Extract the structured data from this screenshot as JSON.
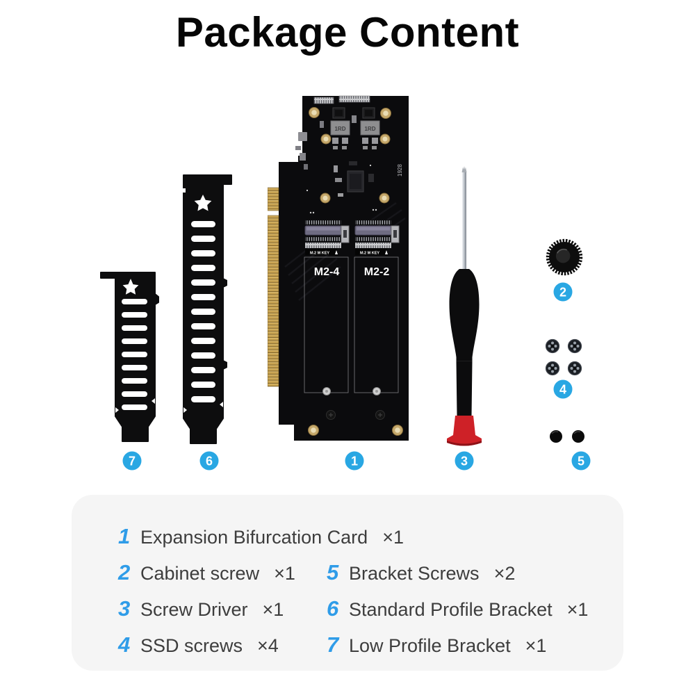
{
  "title": "Package Content",
  "colors": {
    "badge_blue": "#29A7E3",
    "legend_number_blue": "#2F9CE8",
    "legend_background": "#F5F5F5",
    "pcb_black": "#0B0B0D",
    "connector_gold": "#C9A452",
    "screwdriver_red": "#CE2127"
  },
  "board": {
    "slot_left_label": "M2-4",
    "slot_right_label": "M2-2",
    "key_label": "M.2 M KEY",
    "inductor_label": "1RD",
    "serial_marking": "1928"
  },
  "legend": {
    "entries": [
      {
        "num": "1",
        "label": "Expansion Bifurcation Card",
        "count": "×1"
      },
      {
        "num": "2",
        "label": "Cabinet screw",
        "count": "×1"
      },
      {
        "num": "3",
        "label": "Screw Driver",
        "count": "×1"
      },
      {
        "num": "4",
        "label": "SSD screws",
        "count": "×4"
      },
      {
        "num": "5",
        "label": "Bracket Screws",
        "count": "×2"
      },
      {
        "num": "6",
        "label": "Standard Profile Bracket",
        "count": "×1"
      },
      {
        "num": "7",
        "label": "Low Profile Bracket",
        "count": "×1"
      }
    ]
  }
}
